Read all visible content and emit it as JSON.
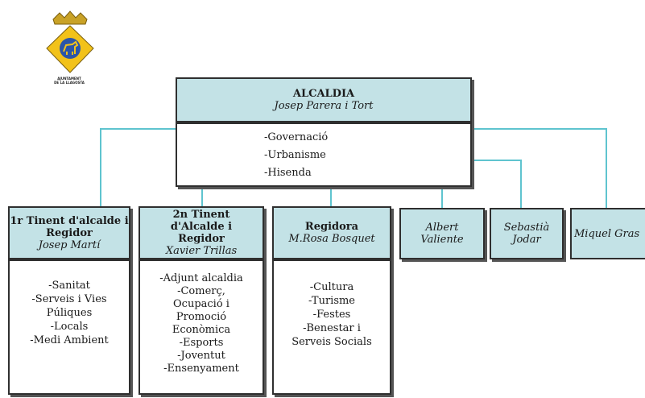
{
  "logo": {
    "lines": [
      "AJUNTAMENT",
      "DE LA LLAGOSTA"
    ],
    "icon": "municipal-crest-icon"
  },
  "mayor": {
    "title": "ALCALDIA",
    "name": "Josep Parera i Tort",
    "items": [
      "-Governació",
      "-Urbanisme",
      "-Hisenda"
    ]
  },
  "councillors": [
    {
      "title": "1r Tinent d'alcalde i Regidor",
      "name": "Josep Martí",
      "items": [
        "-Sanitat",
        "-Serveis i Vies Púliques",
        "-Locals",
        "-Medi Ambient"
      ]
    },
    {
      "title": "2n Tinent d'Alcalde i Regidor",
      "name": "Xavier Trillas",
      "items": [
        "-Adjunt alcaldia",
        "-Comerç, Ocupació i Promoció Econòmica",
        "-Esports",
        "-Joventut",
        "-Ensenyament"
      ]
    },
    {
      "title": "Regidora",
      "name": "M.Rosa Bosquet",
      "items": [
        "-Cultura",
        "-Turisme",
        "-Festes",
        "-Benestar i Serveis Socials"
      ]
    },
    {
      "name": "Albert Valiente"
    },
    {
      "name": "Sebastià Jodar"
    },
    {
      "name": "Miquel Gras"
    }
  ],
  "colors": {
    "header_fill": "#c3e2e6",
    "connector": "#5fc4cf",
    "border": "#2f2f2f"
  }
}
